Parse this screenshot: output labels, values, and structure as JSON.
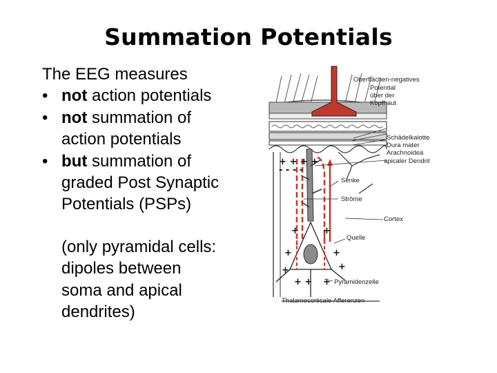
{
  "slide": {
    "title": "Summation Potentials",
    "intro": "The EEG measures",
    "bullets": [
      {
        "symbol": "•",
        "bold": "not",
        "rest": " action potentials",
        "cont": ""
      },
      {
        "symbol": "•",
        "bold": "not",
        "rest": " summation of",
        "cont": "action potentials"
      },
      {
        "symbol": "•",
        "bold": "but",
        "rest": " summation of",
        "cont": "graded Post Synaptic",
        "cont2": "Potentials (PSPs)"
      }
    ],
    "note_lines": [
      "(only pyramidal cells:",
      "dipoles between",
      "soma and apical",
      "dendrites)"
    ]
  },
  "figure": {
    "labels": {
      "surface1": "Oberflächen-negatives",
      "surface2": "Potential",
      "surface3": "über der",
      "surface4": "Kopfhaut",
      "skull": "Schädelkalotte",
      "dura": "Dura mater",
      "arachnoid": "Arachnoidea",
      "apical": "apicaler Dendrit",
      "sink": "Senke",
      "currents": "Ströme",
      "cortex": "Cortex",
      "source": "Quelle",
      "pyramidal": "Pyramidenzelle",
      "afferents": "Thalamocorticale Afferenzen"
    },
    "colors": {
      "red": "#c0392b",
      "grey": "#8a8a8a"
    }
  }
}
